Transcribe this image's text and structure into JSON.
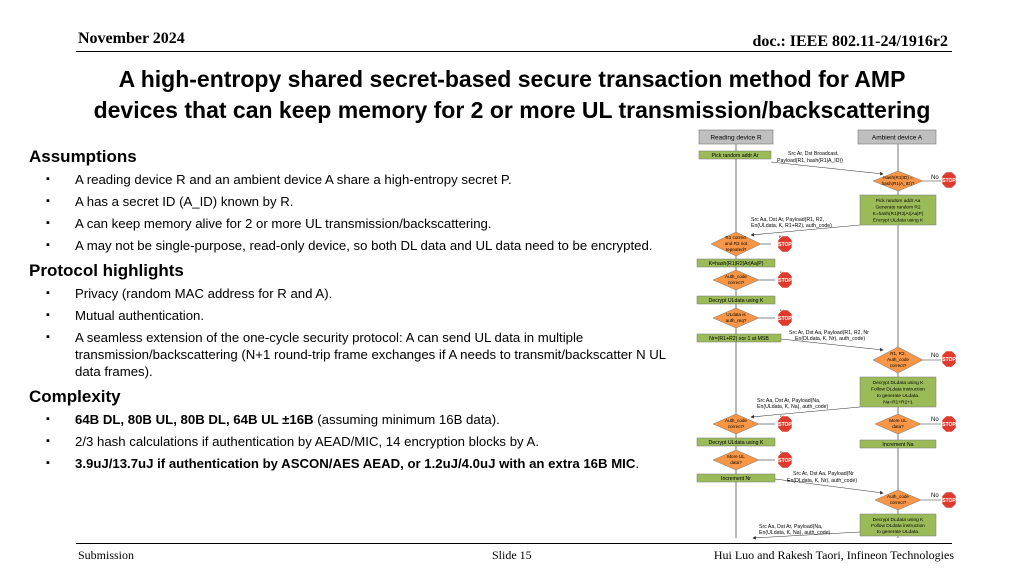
{
  "header": {
    "date": "November 2024",
    "doc": "doc.: IEEE 802.11-24/1916r2"
  },
  "title": {
    "line1": "A high-entropy shared secret-based secure transaction method for AMP",
    "line2": "devices that can keep memory for 2 or more UL transmission/backscattering"
  },
  "assumptions": {
    "heading": "Assumptions",
    "items": [
      "A reading device R and an ambient device A share a high-entropy secret P.",
      "A has a secret ID (A_ID) known by R.",
      "A can keep memory alive for 2 or more UL transmission/backscattering.",
      "A may not be single-purpose, read-only device, so both DL data and UL data need to be encrypted."
    ]
  },
  "protocol": {
    "heading": "Protocol highlights",
    "items": [
      "Privacy (random MAC address for R and A).",
      "Mutual authentication.",
      "A seamless extension of the one-cycle security protocol: A can send UL data in multiple transmission/backscattering (N+1 round-trip frame exchanges if A needs to transmit/backscatter N UL data frames)."
    ]
  },
  "complexity": {
    "heading": "Complexity",
    "item1_bold": "64B DL, 80B UL, 80B DL, 64B UL ±16B",
    "item1_rest": " (assuming minimum 16B data).",
    "item2": "2/3 hash calculations if authentication by AEAD/MIC, 14 encryption blocks by A.",
    "item3_bold": "3.9uJ/13.7uJ if authentication by ASCON/AES AEAD, or 1.2uJ/4.0uJ with an extra 16B MIC",
    "item3_rest": "."
  },
  "bullet_glyph": "▪",
  "footer": {
    "left": "Submission",
    "center": "Slide 15",
    "right": "Hui Luo and Rakesh Taori, Infineon Technologies"
  },
  "flowchart": {
    "reader_title": "Reading device R",
    "ambient_title": "Ambient device A",
    "msg1_l1": "Src Ar, Dst Broadcast,",
    "msg1_l2": "Payload(R1, hash(R1|A_ID))",
    "pick_ar": "Pick random addr Ar",
    "hash_check_l1": "Hash(R1|ID) =",
    "hash_check_l2": "hash(R1|A_ID)?",
    "no": "No",
    "stop": "STOP",
    "pick_aa_l1": "Pick random addr Aa",
    "pick_aa_l2": "Generate random R2",
    "pick_aa_l3": "K=hash(R1|R2|Ar|Aa|P)",
    "pick_aa_l4": "Encrypt ULdata using K",
    "msg2_l1": "Src Aa, Dst Ar, Payload(R1, R2,",
    "msg2_l2": "En(ULdata, K, R1+R2), auth_code)",
    "r1_check_l1": "R1 correct",
    "r1_check_l2": "and R2 not",
    "r1_check_l3": "repeated?",
    "k_calc": "K=hash(R1|R2|Ar|Aa|P)",
    "auth1_l1": "Auth_code",
    "auth1_l2": "correct?",
    "decrypt_ul": "Decrypt ULdata using K",
    "uldata_l1": "ULdata is",
    "uldata_l2": "auth_req?",
    "nr_calc": "Nr=(R1+R2) xor 1 at MSB",
    "msg3_l1": "Src Ar, Dst Aa, Payload(R1, R2, Nr",
    "msg3_l2": "En(DLdata, K, Nr), auth_code)",
    "a_check_l1": "R1, R2,",
    "a_check_l2": "Auth_code",
    "a_check_l3": "correct?",
    "a_dec_l1": "Decrypt DLdata using K",
    "a_dec_l2": "Follow DLdata instruction",
    "a_dec_l3": "to generate ULdata.",
    "a_dec_l4": "Na=R1+R2+1",
    "msg4_l1": "Src Aa, Dst Ar, Payload(Na,",
    "msg4_l2": "En(ULdata, K, Na), auth_code)",
    "auth2_l1": "Auth_code",
    "auth2_l2": "correct?",
    "more_ul_a_l1": "More UL",
    "more_ul_a_l2": "data?",
    "decrypt_ul2": "Decrypt ULdata using K",
    "inc_na": "Increment Na",
    "more_ul_r_l1": "More UL",
    "more_ul_r_l2": "data?",
    "inc_nr": "Increment Nr",
    "msg5_l1": "Src Ar, Dst Aa, Payload(Nr",
    "msg5_l2": "En(DLdata, K, Nr), auth_code)",
    "auth3_l1": "Auth_code",
    "auth3_l2": "correct?",
    "a_dec2_l1": "Decrypt DLdata using K",
    "a_dec2_l2": "Follow DLdata instruction",
    "a_dec2_l3": "to generate ULdata.",
    "msg6_l1": "Src Aa, Dst Ar, Payload(Na,",
    "msg6_l2": "En(ULdata, K, Na), auth_code)",
    "colors": {
      "box_green": "#9bbb59",
      "box_orange": "#f79646",
      "title_gray": "#bfbfbf",
      "stop_red": "#e03a2e"
    }
  }
}
